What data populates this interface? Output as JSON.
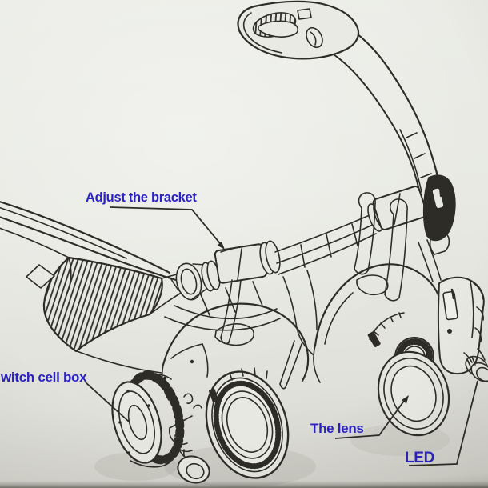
{
  "annotations": [
    {
      "text": "Adjust the bracket",
      "points_to": "bracket"
    },
    {
      "text": "witch cell box",
      "points_to": "battery-cell-box"
    },
    {
      "text": "The lens",
      "points_to": "lens"
    },
    {
      "text": "LED",
      "points_to": "led"
    }
  ],
  "colors": {
    "label_text": "#2b22c2",
    "ink": "#2e2c27",
    "paper": "#e7e8e2"
  }
}
